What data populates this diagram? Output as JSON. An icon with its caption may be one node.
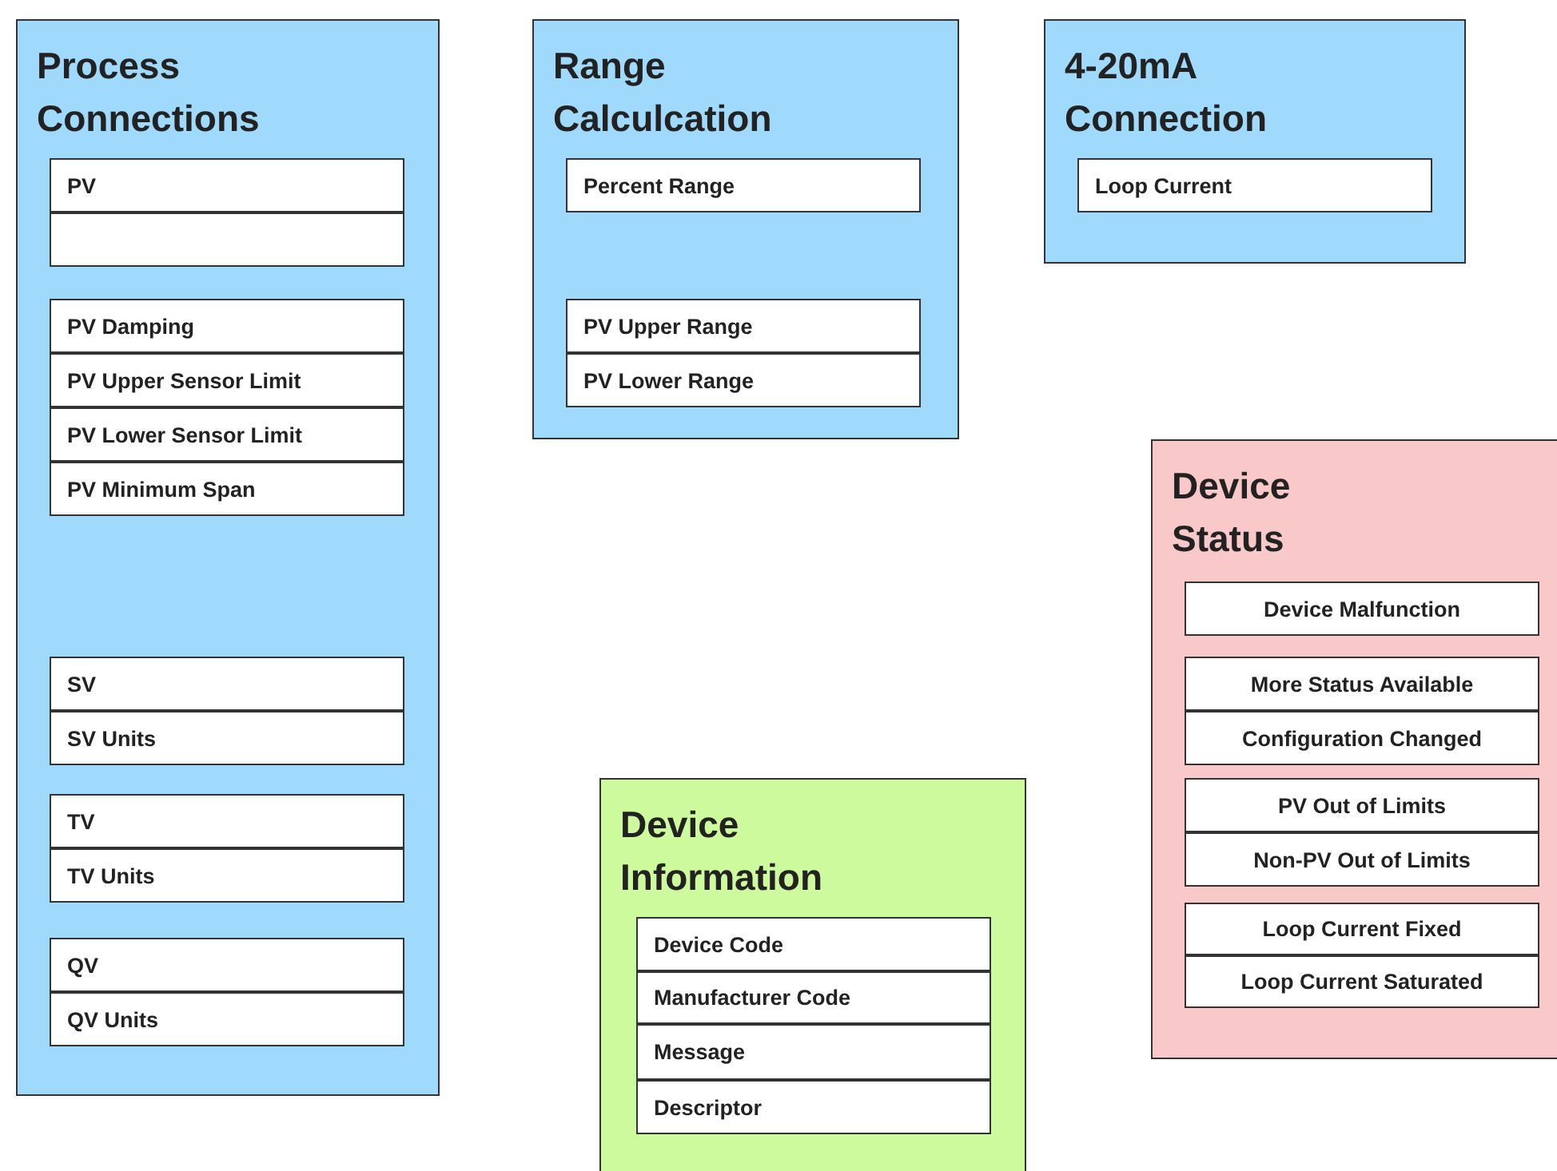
{
  "diagram": {
    "nodes": [
      {
        "text": [
          "Process Connections"
        ]
      },
      {
        "text": [
          "PV"
        ],
        "in": 0
      },
      {
        "text": [],
        "shape": "box",
        "in": 0
      },
      {
        "text": [
          "PV Damping"
        ],
        "in": 0
      },
      {
        "text": [
          "PV Upper Sensor Limit"
        ],
        "in": 0
      },
      {
        "text": [
          "PV Lower Sensor Limit"
        ],
        "in": 0
      },
      {
        "text": [
          "PV Minimum Span"
        ],
        "in": 0
      },
      {
        "text": [
          "SV"
        ],
        "in": 0
      },
      {
        "text": [
          "SV Units"
        ],
        "in": 0
      },
      {
        "text": [
          "TV"
        ],
        "in": 0
      },
      {
        "text": [
          "TV Units"
        ],
        "in": 0
      },
      {
        "text": [
          "QV"
        ],
        "in": 0
      },
      {
        "text": [
          "QV Units"
        ],
        "in": 0
      },
      {
        "text": [
          "Range Calculcation"
        ]
      },
      {
        "text": [
          "Percent Range"
        ],
        "in": 13
      },
      {
        "text": [
          "PV Upper Range"
        ],
        "in": 13
      },
      {
        "text": [
          "PV Lower Range"
        ],
        "in": 13
      },
      {
        "text": [
          "4-20mA Connection"
        ]
      },
      {
        "text": [
          "Loop Current"
        ],
        "in": 17
      },
      {
        "text": [
          "Device Status"
        ]
      },
      {
        "text": [
          "Device Malfunction"
        ],
        "in": 19
      },
      {
        "text": [
          "More Status Available"
        ],
        "in": 19
      },
      {
        "text": [
          "Configuration Changed"
        ],
        "in": 19
      },
      {
        "text": [
          "PV Out of Limits"
        ],
        "in": 19
      },
      {
        "text": [
          "Non-PV Out of Limits"
        ],
        "in": 19
      },
      {
        "text": [
          "Loop Current Fixed"
        ],
        "in": 19
      },
      {
        "text": [
          "Loop Current Saturated"
        ],
        "in": 19
      },
      {
        "text": [
          "Device Information"
        ]
      },
      {
        "text": [
          "Device Code"
        ],
        "in": 27
      },
      {
        "text": [
          "Manufacturer Code"
        ],
        "in": 27
      },
      {
        "text": [
          "Message"
        ],
        "in": 27
      },
      {
        "text": [
          "Descriptor"
        ],
        "in": 27
      }
    ]
  }
}
